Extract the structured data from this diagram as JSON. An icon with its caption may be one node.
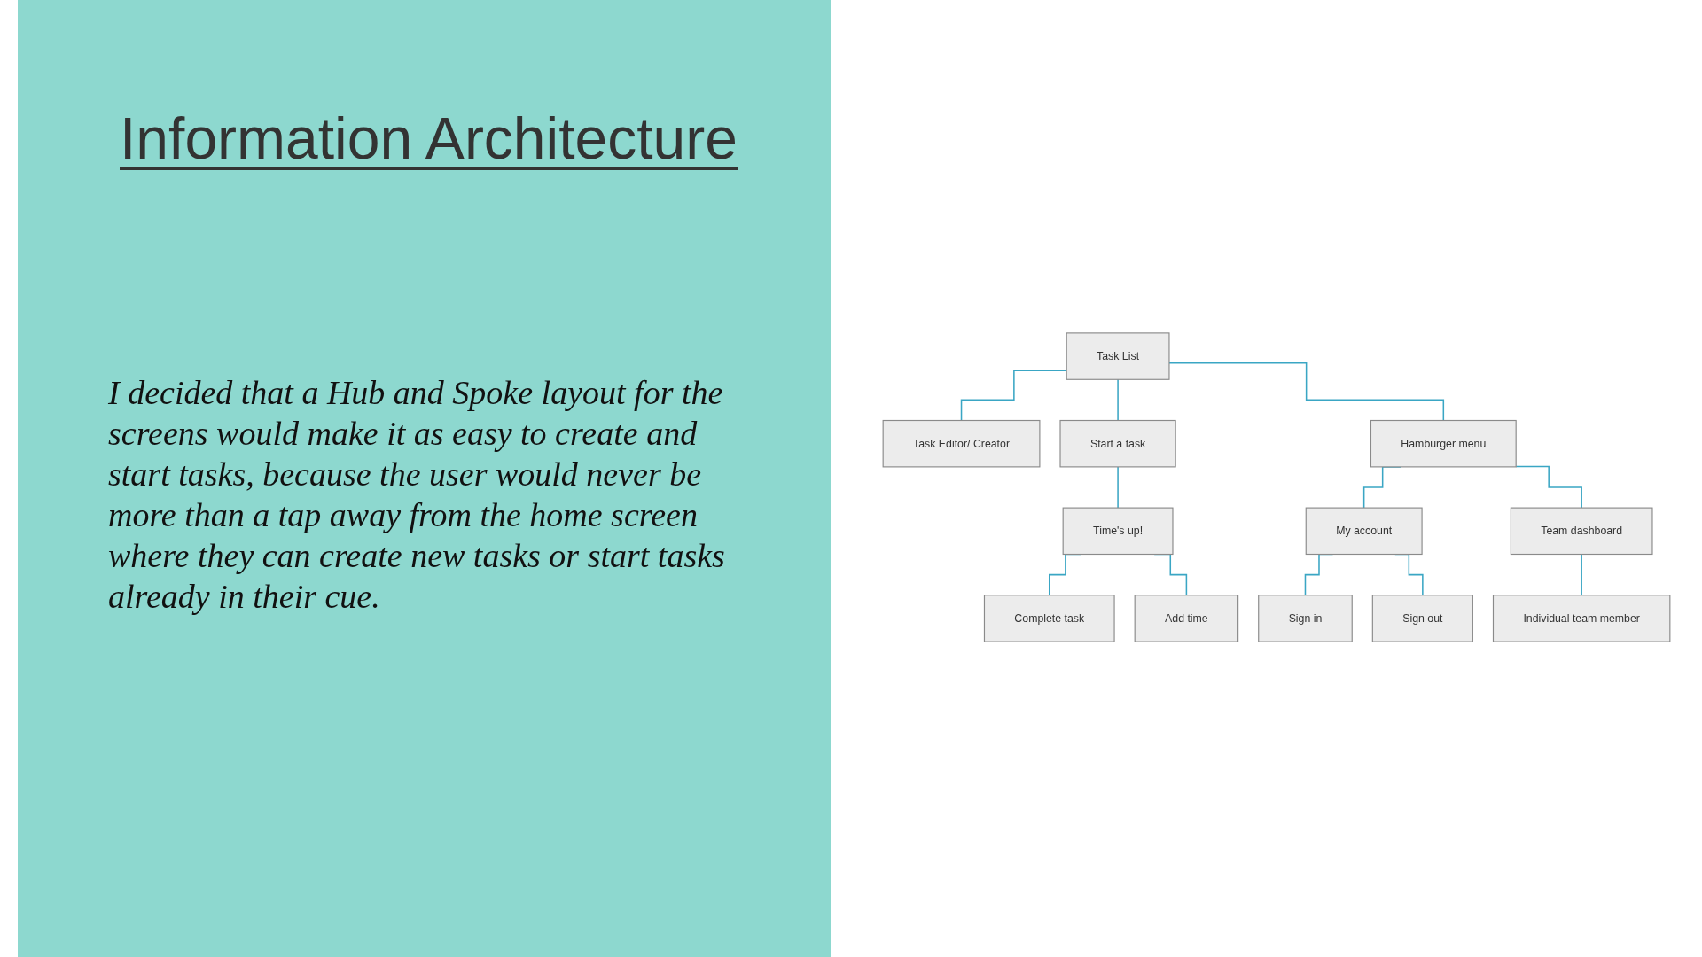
{
  "diagram": {
    "title": "Information Architecture",
    "nodes": [
      {
        "text": [
          "Task List"
        ]
      },
      {
        "text": [
          "Task Editor/ Creator"
        ]
      },
      {
        "text": [
          "Start a task"
        ]
      },
      {
        "text": [
          "Hamburger menu"
        ]
      },
      {
        "text": [
          "Time's up!"
        ]
      },
      {
        "text": [
          "My account"
        ]
      },
      {
        "text": [
          "Team dashboard"
        ]
      },
      {
        "text": [
          "Complete task"
        ]
      },
      {
        "text": [
          "Add time"
        ]
      },
      {
        "text": [
          "Sign in"
        ]
      },
      {
        "text": [
          "Sign out"
        ]
      },
      {
        "text": [
          "Individual team member"
        ]
      }
    ],
    "edges": [
      {
        "from": 0,
        "to": 1,
        "arrow": "none"
      },
      {
        "from": 0,
        "to": 2,
        "arrow": "none"
      },
      {
        "from": 0,
        "to": 3,
        "arrow": "none"
      },
      {
        "from": 2,
        "to": 4,
        "arrow": "none"
      },
      {
        "from": 3,
        "to": 5,
        "arrow": "none"
      },
      {
        "from": 3,
        "to": 6,
        "arrow": "none"
      },
      {
        "from": 4,
        "to": 7,
        "arrow": "none"
      },
      {
        "from": 4,
        "to": 8,
        "arrow": "none"
      },
      {
        "from": 5,
        "to": 9,
        "arrow": "none"
      },
      {
        "from": 5,
        "to": 10,
        "arrow": "none"
      },
      {
        "from": 6,
        "to": 11,
        "arrow": "none"
      }
    ],
    "labels": [
      "I decided that a Hub and Spoke layout for the screens would make it as easy to create and start tasks, because the user would never be more than a tap away from the home screen where they can create new tasks or start tasks already in their cue."
    ]
  }
}
